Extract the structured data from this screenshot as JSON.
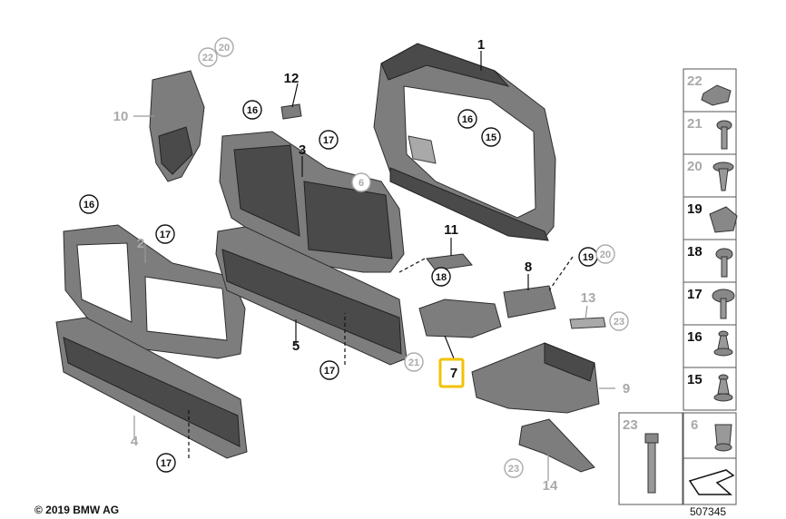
{
  "diagram": {
    "parts": {
      "p1": "1",
      "p2": "2",
      "p3": "3",
      "p4": "4",
      "p5": "5",
      "p6": "6",
      "p7": "7",
      "p8": "8",
      "p9": "9",
      "p10": "10",
      "p11": "11",
      "p12": "12",
      "p13": "13",
      "p14": "14"
    },
    "callouts": {
      "c16a": "16",
      "c15": "15",
      "c16b": "16",
      "c17a": "17",
      "c20a": "20",
      "c22": "22",
      "c6": "6",
      "c16c": "16",
      "c17b": "17",
      "c17c": "17",
      "c17d": "17",
      "c18": "18",
      "c19": "19",
      "c20b": "20",
      "c21": "21",
      "c23a": "23",
      "c23b": "23"
    },
    "highlight_color": "#f2c200"
  },
  "panel": {
    "items": [
      {
        "num": "22",
        "muted": true
      },
      {
        "num": "21",
        "muted": true
      },
      {
        "num": "20",
        "muted": true
      },
      {
        "num": "19",
        "muted": false
      },
      {
        "num": "18",
        "muted": false
      },
      {
        "num": "17",
        "muted": false
      },
      {
        "num": "16",
        "muted": false
      },
      {
        "num": "15",
        "muted": false
      }
    ],
    "bottom": [
      {
        "num": "23",
        "muted": true
      },
      {
        "num": "6",
        "muted": true
      }
    ]
  },
  "footer": {
    "copyright": "© 2019 BMW AG",
    "diagram_number": "507345"
  }
}
